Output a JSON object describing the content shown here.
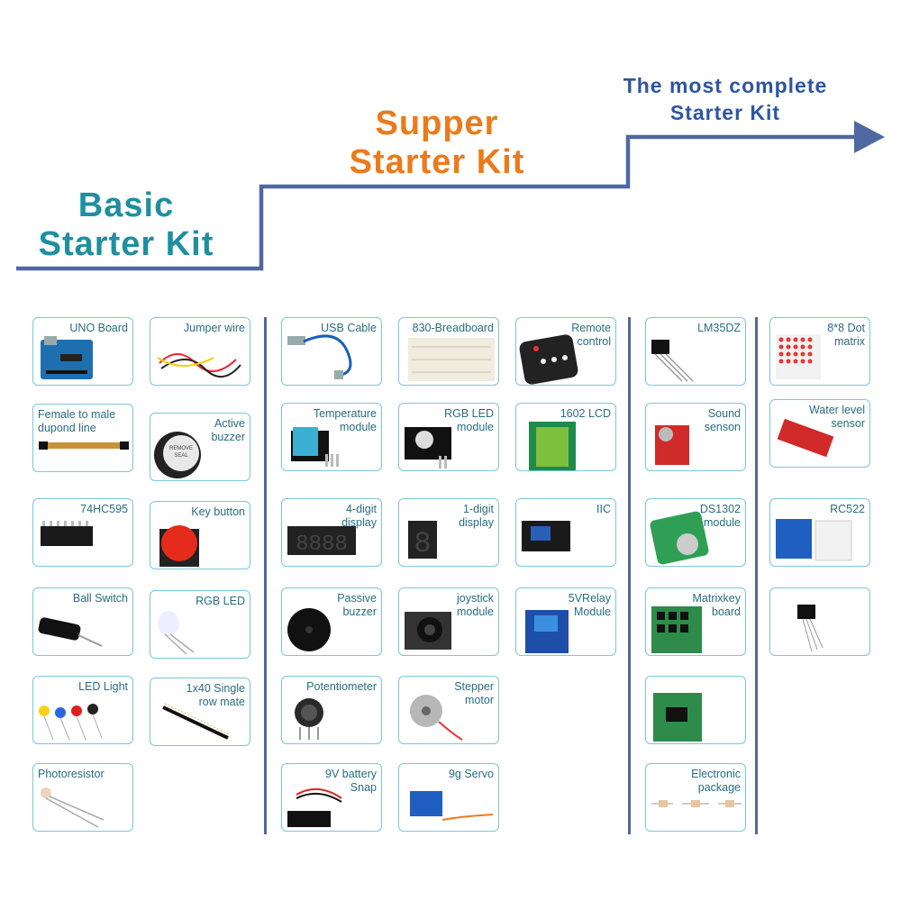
{
  "colors": {
    "basic": "#1f8fa0",
    "supper": "#ec7a1c",
    "complete": "#2d55a2",
    "staircase": "#4f67a3",
    "card_border": "#7ac8d6",
    "card_text": "#2a6d80"
  },
  "headings": {
    "basic": [
      "Basic",
      "Starter Kit"
    ],
    "supper": [
      "Supper",
      "Starter Kit"
    ],
    "complete": [
      "The most complete",
      "Starter Kit"
    ]
  },
  "items": [
    {
      "label": [
        "UNO Board"
      ],
      "icon": "arduino-board-icon"
    },
    {
      "label": [
        "Jumper wire"
      ],
      "icon": "jumper-wire-icon"
    },
    {
      "label": [
        "Female to male",
        "dupond line"
      ],
      "icon": "ribbon-cable-icon"
    },
    {
      "label": [
        "Active",
        "buzzer"
      ],
      "icon": "buzzer-icon"
    },
    {
      "label": [
        "74HC595"
      ],
      "icon": "ic-chip-icon"
    },
    {
      "label": [
        "Key button"
      ],
      "icon": "push-button-icon"
    },
    {
      "label": [
        "Ball Switch"
      ],
      "icon": "tilt-switch-icon"
    },
    {
      "label": [
        "RGB LED"
      ],
      "icon": "rgb-led-icon"
    },
    {
      "label": [
        "LED Light"
      ],
      "icon": "led-icon"
    },
    {
      "label": [
        "1x40 Single",
        "row mate"
      ],
      "icon": "pin-header-icon"
    },
    {
      "label": [
        "Photoresistor"
      ],
      "icon": "photoresistor-icon"
    },
    {
      "label": [
        "USB Cable"
      ],
      "icon": "usb-cable-icon"
    },
    {
      "label": [
        "830-Breadboard"
      ],
      "icon": "breadboard-icon"
    },
    {
      "label": [
        "Remote",
        "control"
      ],
      "icon": "remote-control-icon"
    },
    {
      "label": [
        "Temperature",
        "module"
      ],
      "icon": "temperature-module-icon"
    },
    {
      "label": [
        "RGB LED",
        "module"
      ],
      "icon": "rgb-led-module-icon"
    },
    {
      "label": [
        "1602 LCD"
      ],
      "icon": "lcd-icon"
    },
    {
      "label": [
        "4-digit",
        "display"
      ],
      "icon": "four-digit-display-icon"
    },
    {
      "label": [
        "1-digit",
        "display"
      ],
      "icon": "one-digit-display-icon"
    },
    {
      "label": [
        "IIC"
      ],
      "icon": "iic-adapter-icon"
    },
    {
      "label": [
        "Passive",
        "buzzer"
      ],
      "icon": "passive-buzzer-icon"
    },
    {
      "label": [
        "joystick",
        "module"
      ],
      "icon": "joystick-icon"
    },
    {
      "label": [
        "5VRelay",
        "Module"
      ],
      "icon": "relay-module-icon"
    },
    {
      "label": [
        "Potentiometer"
      ],
      "icon": "potentiometer-icon"
    },
    {
      "label": [
        "Stepper",
        "motor"
      ],
      "icon": "stepper-motor-icon"
    },
    {
      "label": [
        "9V battery",
        "Snap"
      ],
      "icon": "battery-snap-icon"
    },
    {
      "label": [
        "9g Servo"
      ],
      "icon": "servo-icon"
    },
    {
      "label": [
        "LM35DZ"
      ],
      "icon": "transistor-icon"
    },
    {
      "label": [
        "Sound",
        "senson"
      ],
      "icon": "sound-sensor-icon"
    },
    {
      "label": [
        "DS1302",
        "module"
      ],
      "icon": "rtc-module-icon"
    },
    {
      "label": [
        "Matrixkey",
        "board"
      ],
      "icon": "keypad-icon"
    },
    {
      "label": [],
      "icon": "stepper-driver-icon"
    },
    {
      "label": [
        "Electronic",
        "package"
      ],
      "icon": "resistors-icon"
    },
    {
      "label": [
        "8*8 Dot",
        "matrix"
      ],
      "icon": "dot-matrix-icon"
    },
    {
      "label": [
        "Water level",
        "sensor"
      ],
      "icon": "water-sensor-icon"
    },
    {
      "label": [
        "RC522"
      ],
      "icon": "rfid-icon"
    },
    {
      "label": [],
      "icon": "ir-receiver-icon"
    }
  ]
}
